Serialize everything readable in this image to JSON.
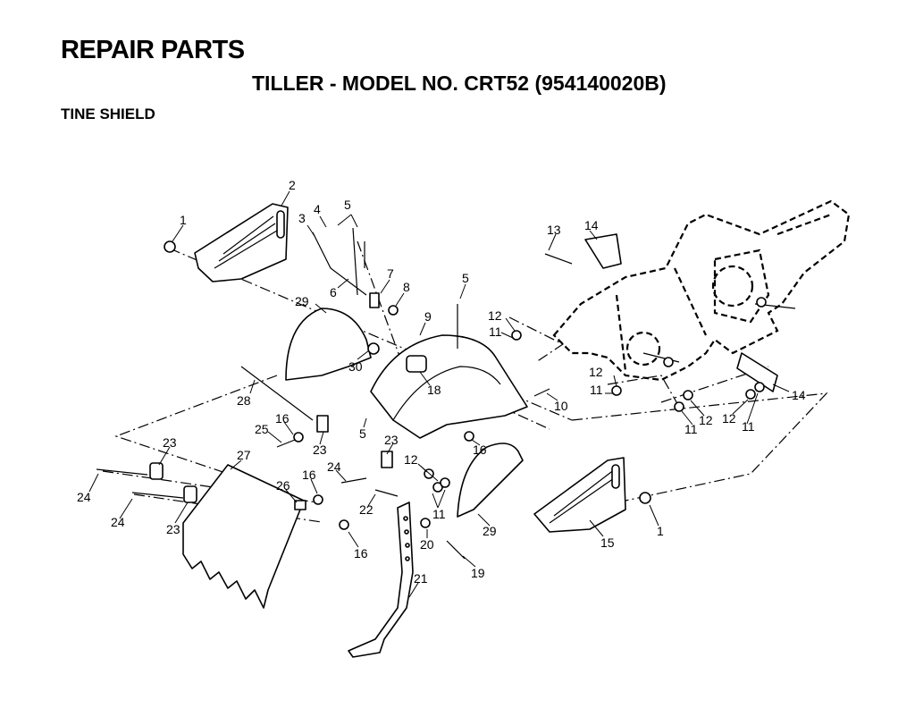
{
  "header": {
    "title": "REPAIR PARTS",
    "subtitle": "TILLER - MODEL NO. CRT52 (954140020B)",
    "section": "TINE SHIELD"
  },
  "callouts": [
    "1",
    "2",
    "3",
    "4",
    "5",
    "6",
    "7",
    "8",
    "5",
    "29",
    "9",
    "30",
    "18",
    "28",
    "16",
    "25",
    "23",
    "5",
    "23",
    "24",
    "23",
    "27",
    "24",
    "26",
    "16",
    "24",
    "23",
    "22",
    "16",
    "12",
    "11",
    "16",
    "21",
    "20",
    "19",
    "29",
    "10",
    "12",
    "11",
    "12",
    "11",
    "13",
    "14",
    "15",
    "1",
    "11",
    "12",
    "12",
    "11",
    "14"
  ]
}
